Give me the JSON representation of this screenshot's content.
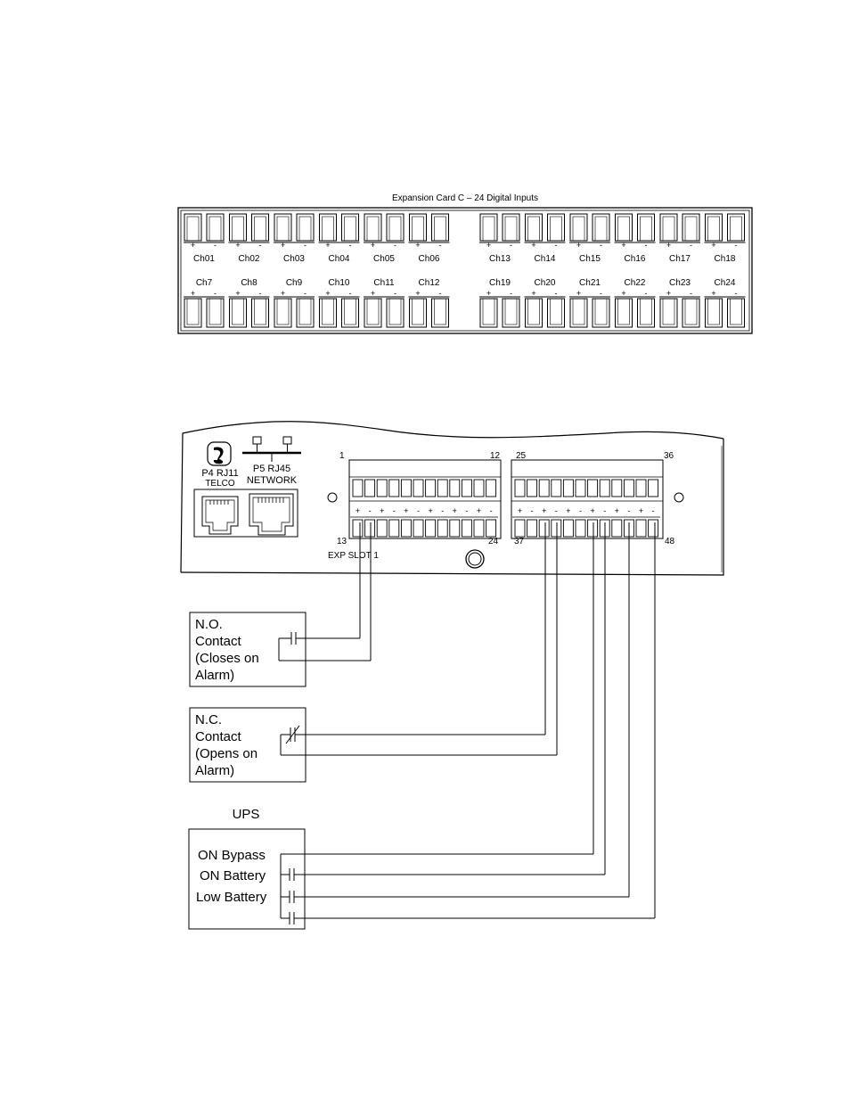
{
  "card": {
    "title": "Expansion Card C – 24 Digital Inputs",
    "top_channels": [
      "Ch01",
      "Ch02",
      "Ch03",
      "Ch04",
      "Ch05",
      "Ch06",
      "Ch13",
      "Ch14",
      "Ch15",
      "Ch16",
      "Ch17",
      "Ch18"
    ],
    "bottom_channels": [
      "Ch7",
      "Ch8",
      "Ch9",
      "Ch10",
      "Ch11",
      "Ch12",
      "Ch19",
      "Ch20",
      "Ch21",
      "Ch22",
      "Ch23",
      "Ch24"
    ],
    "plus": "+",
    "minus": "-"
  },
  "panel": {
    "p4_label": "P4 RJ11",
    "p4_sub": "TELCO",
    "p5_label": "P5 RJ45",
    "p5_sub": "NETWORK",
    "pin_1": "1",
    "pin_12": "12",
    "pin_25": "25",
    "pin_36": "36",
    "pin_13": "13",
    "pin_24": "24",
    "pin_37": "37",
    "pin_48": "48",
    "exp_slot": "EXP SLOT 1"
  },
  "no_contact": {
    "line1": "N.O.",
    "line2": "Contact",
    "line3": "(Closes on",
    "line4": "Alarm)"
  },
  "nc_contact": {
    "line1": "N.C.",
    "line2": "Contact",
    "line3": "(Opens on",
    "line4": "Alarm)"
  },
  "ups": {
    "title": "UPS",
    "on_bypass": "ON Bypass",
    "on_battery": "ON Battery",
    "low_battery": "Low Battery"
  }
}
